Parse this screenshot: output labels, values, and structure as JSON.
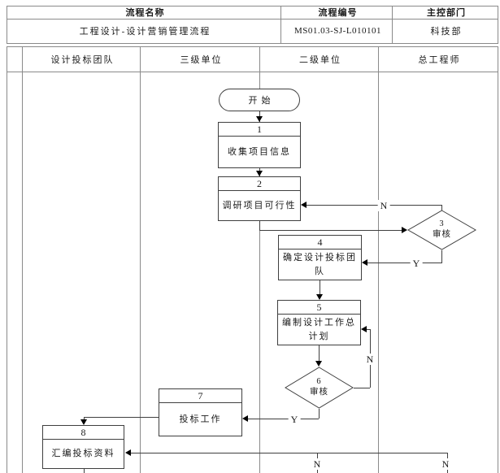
{
  "meta_table": {
    "name_label": "流程名称",
    "name_value": "工程设计-设计营销管理流程",
    "code_label": "流程编号",
    "code_value": "MS01.03-SJ-L010101",
    "dept_label": "主控部门",
    "dept_value": "科技部"
  },
  "lanes": [
    {
      "label": "设计投标团队"
    },
    {
      "label": "三级单位"
    },
    {
      "label": "二级单位"
    },
    {
      "label": "总工程师"
    }
  ],
  "flow": {
    "start_label": "开始",
    "nodes": [
      {
        "num": "1",
        "label": "收集项目信息",
        "type": "process"
      },
      {
        "num": "2",
        "label": "调研项目可行性",
        "type": "process"
      },
      {
        "num": "3",
        "label": "审核",
        "type": "decision"
      },
      {
        "num": "4",
        "label": "确定设计投标团队",
        "type": "process"
      },
      {
        "num": "5",
        "label": "编制设计工作总计划",
        "type": "process"
      },
      {
        "num": "6",
        "label": "审核",
        "type": "decision"
      },
      {
        "num": "7",
        "label": "投标工作",
        "type": "process"
      },
      {
        "num": "8",
        "label": "汇编投标资料",
        "type": "process"
      }
    ],
    "labels": {
      "yes": "Y",
      "no": "N"
    }
  },
  "colors": {
    "flow_line": "#3f3f3f",
    "table_line": "#8a8a8a",
    "text": "#1a1a1a"
  }
}
